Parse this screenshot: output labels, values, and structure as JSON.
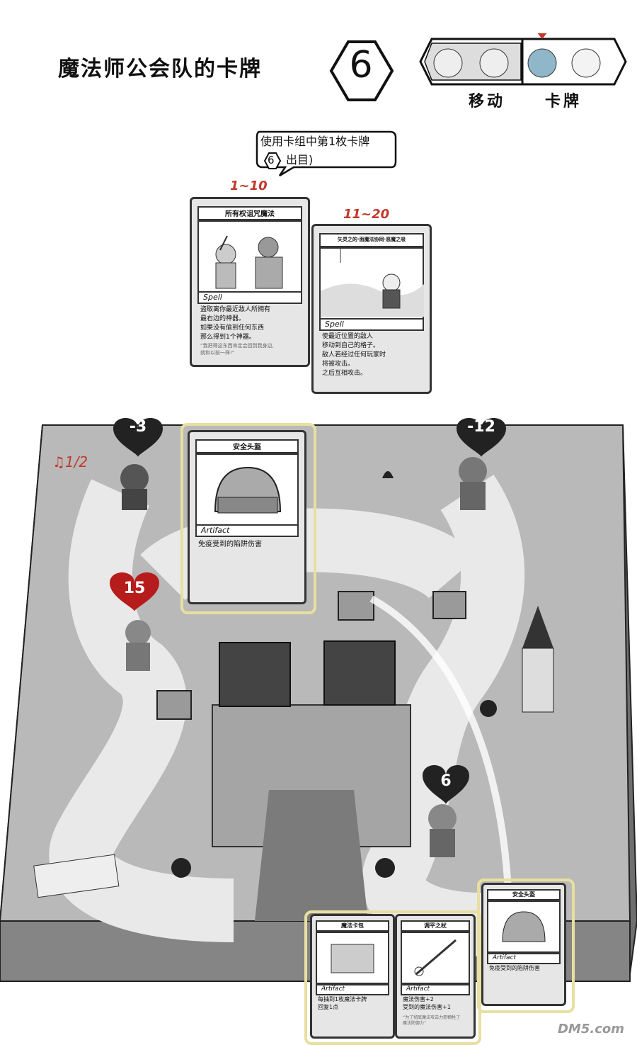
{
  "header": {
    "title": "魔法师公会队的卡牌",
    "dice_value": "6",
    "turn_labels": {
      "move": "移动",
      "card": "卡牌"
    }
  },
  "bubble": {
    "line1": "使用卡组中第1枚卡牌",
    "line2_num": "6",
    "line2_text": "出目)"
  },
  "deck_cards": [
    {
      "range": "1~10",
      "title": "所有权诅咒魔法",
      "type": "Spell",
      "desc": [
        "盗取离你最近敌人所拥有",
        "最右边的神器。",
        "如果没有偷到任何东西",
        "那么得到1个神器。"
      ],
      "flavor": [
        "“我把得这东西肯定会回到我身边,",
        "就和以前一样!”"
      ]
    },
    {
      "range": "11~20",
      "title": "矢灵之的·面魔法协同·恶魔之吸",
      "type": "Spell",
      "desc": [
        "使最近位置的敌人",
        "移动到自己的格子。",
        "敌人若经过任何玩家时",
        "将被攻击。",
        "之后互相攻击。"
      ]
    }
  ],
  "board": {
    "big_card": {
      "title": "安全头盔",
      "type": "Artifact",
      "desc": "免疫受到的陷阱伤害"
    },
    "player_hp": [
      {
        "value": "-3"
      },
      {
        "value": "-12"
      },
      {
        "value": "15"
      },
      {
        "value": "6"
      }
    ],
    "music_note": "♫1/2",
    "hand_cards": [
      {
        "title": "魔法卡包",
        "type": "Artifact",
        "desc": [
          "每抽到1枚魔法卡牌",
          "回复1点"
        ]
      },
      {
        "title": "调平之杖",
        "type": "Artifact",
        "desc": [
          "魔法伤害+2",
          "受到的魔法伤害+1"
        ],
        "flavor": [
          "“为了彻底魔法攻击力而牺牲了",
          "魔法防御力”"
        ]
      },
      {
        "title": "安全头盔",
        "type": "Artifact",
        "desc": [
          "免疫受到的陷阱伤害"
        ]
      }
    ]
  },
  "watermark": "DM5.com",
  "colors": {
    "accent_red": "#c0392b",
    "highlight": "#e8dfa0",
    "board_gray": "#9a9a9a"
  }
}
